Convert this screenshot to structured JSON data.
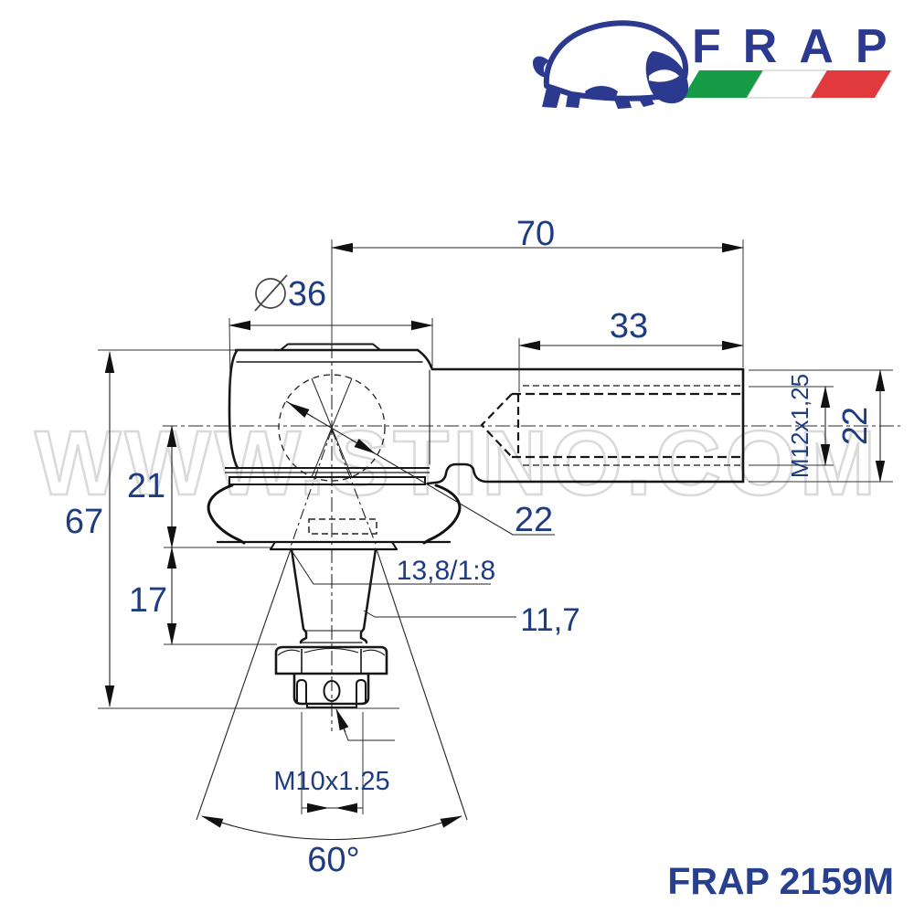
{
  "page": {
    "background": "#ffffff"
  },
  "logo": {
    "brand": "FRAP",
    "bull_color": "#2b3a8f",
    "flag_green": "#169b47",
    "flag_white": "#ffffff",
    "flag_red": "#e03a3e"
  },
  "watermark": {
    "text": "WWW.STINO.COM"
  },
  "drawing": {
    "line_color": "#1a1a1a",
    "dimension_text_color": "#1e3c80",
    "dimensions": {
      "overall_length": "70",
      "thread_section_length": "33",
      "diameter_symbol": "⌀",
      "head_diameter": "36",
      "rod_outer_height": "22",
      "rod_thread": "M12x1,25",
      "total_height": "67",
      "center_to_boot_base": "21",
      "boot_base_to_nut_top": "17",
      "ball_diameter": "22",
      "stud_taper": "13,8/1:8",
      "stud_tip_diameter": "11,7",
      "stud_thread": "M10x1.25",
      "cone_angle": "60°"
    }
  },
  "footer": {
    "part_number": "FRAP 2159M"
  }
}
